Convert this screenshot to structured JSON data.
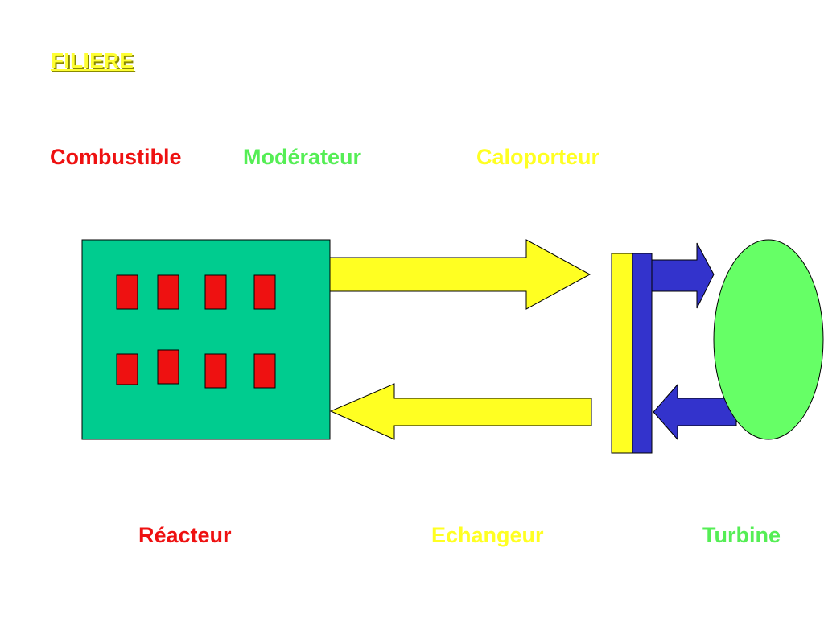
{
  "title": "FILIERE",
  "top_labels": {
    "combustible": "Combustible",
    "moderateur": "Modérateur",
    "caloporteur": "Caloporteur"
  },
  "bottom_labels": {
    "reacteur": "Réacteur",
    "echangeur": "Echangeur",
    "turbine": "Turbine"
  },
  "colors": {
    "fuel": "#ee1111",
    "moderator": "#55ee55",
    "coolant": "#ffff22",
    "reactor_core": "#00cc8f",
    "exchanger_secondary": "#3333cc",
    "turbine": "#66ff66"
  }
}
